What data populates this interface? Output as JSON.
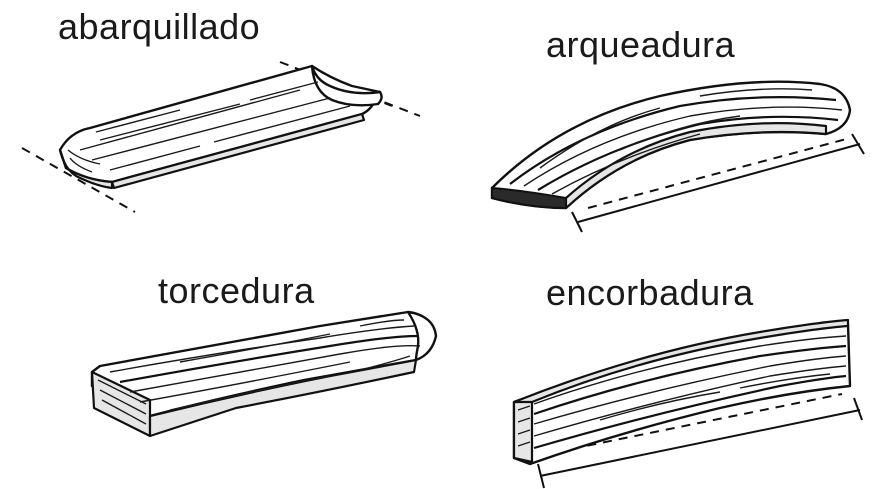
{
  "labels": {
    "cupping": "abarquillado",
    "bowing": "arqueadura",
    "twisting": "torcedura",
    "crooking": "encorbadura"
  }
}
